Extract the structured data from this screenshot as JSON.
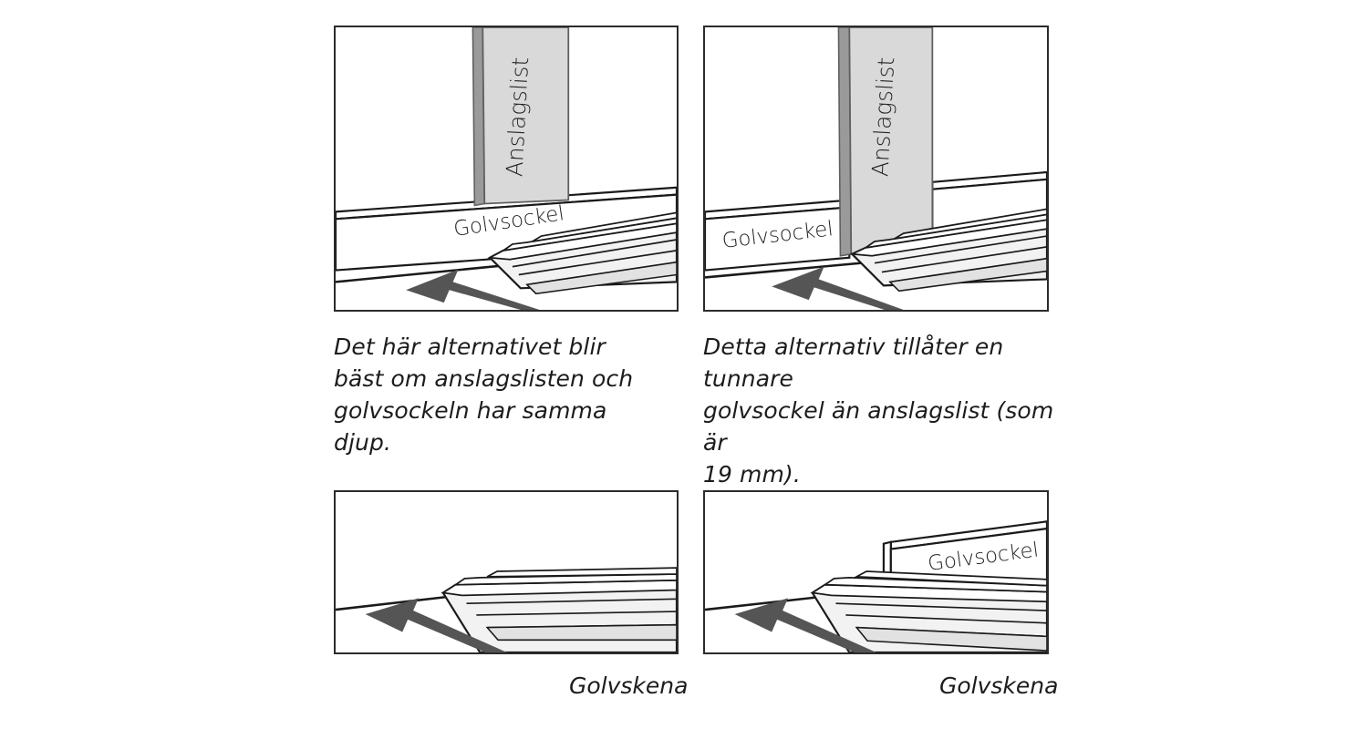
{
  "document": {
    "language": "sv",
    "title": "Golvskena och golvsockel – monteringsalternativ",
    "background_color": "#ffffff"
  },
  "colors": {
    "line": "#1a1a1a",
    "panel_border": "#2b2b2b",
    "stop_strip_face": "#d9d9d9",
    "stop_strip_edge": "#9a9a9a",
    "rail_face": "#f2f2f2",
    "rail_shadow": "#e2e2e2",
    "arrow": "#555555",
    "text": "#1c1c1c"
  },
  "panels": [
    {
      "id": "panel-1",
      "position": "top-left",
      "labels": {
        "stop_strip": "Anslagslist",
        "baseboard": "Golvsockel"
      },
      "arrow": "direction-arrow",
      "caption": "Det här alternativet blir\nbäst om anslagslisten och\ngolvsockeln har samma djup."
    },
    {
      "id": "panel-2",
      "position": "top-right",
      "labels": {
        "stop_strip": "Anslagslist",
        "baseboard": "Golvsockel"
      },
      "arrow": "direction-arrow",
      "caption": "Detta alternativ tillåter en tunnare\ngolvsockel än anslagslist (som är\n19 mm)."
    },
    {
      "id": "panel-3",
      "position": "bottom-left",
      "labels": {},
      "arrow": "direction-arrow",
      "figcaption": "Golvskena"
    },
    {
      "id": "panel-4",
      "position": "bottom-right",
      "labels": {
        "baseboard": "Golvsockel"
      },
      "arrow": "direction-arrow",
      "figcaption": "Golvskena"
    }
  ],
  "terms": {
    "anslagslist": "Anslagslist",
    "golvsockel": "Golvsockel",
    "golvskena": "Golvskena"
  },
  "measurements": {
    "stop_strip_thickness": "19 mm"
  }
}
